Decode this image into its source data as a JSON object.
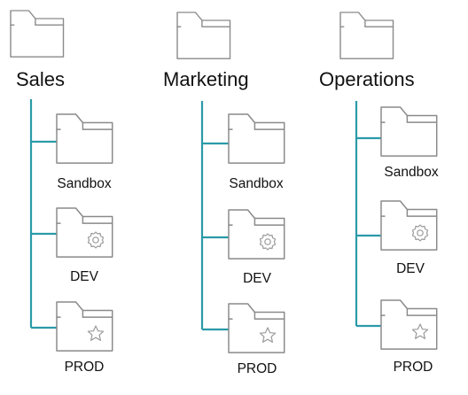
{
  "colors": {
    "connector": "#2a9aa8",
    "folder_stroke": "#8a8a8a",
    "label_text": "#111111"
  },
  "groups": [
    {
      "title": "Sales",
      "children": [
        {
          "label": "Sandbox",
          "icon": "folder-icon"
        },
        {
          "label": "DEV",
          "icon": "folder-gear-icon"
        },
        {
          "label": "PROD",
          "icon": "folder-star-icon"
        }
      ]
    },
    {
      "title": "Marketing",
      "children": [
        {
          "label": "Sandbox",
          "icon": "folder-icon"
        },
        {
          "label": "DEV",
          "icon": "folder-gear-icon"
        },
        {
          "label": "PROD",
          "icon": "folder-star-icon"
        }
      ]
    },
    {
      "title": "Operations",
      "children": [
        {
          "label": "Sandbox",
          "icon": "folder-icon"
        },
        {
          "label": "DEV",
          "icon": "folder-gear-icon"
        },
        {
          "label": "PROD",
          "icon": "folder-star-icon"
        }
      ]
    }
  ]
}
